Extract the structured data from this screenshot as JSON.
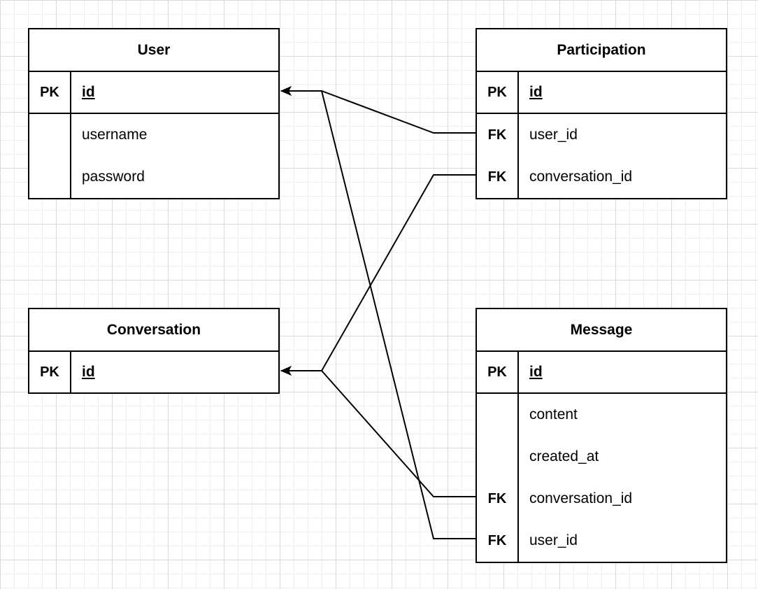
{
  "entities": {
    "user": {
      "title": "User",
      "pk": {
        "key": "PK",
        "field": "id"
      },
      "fields": [
        {
          "key": "",
          "field": "username"
        },
        {
          "key": "",
          "field": "password"
        }
      ]
    },
    "participation": {
      "title": "Participation",
      "pk": {
        "key": "PK",
        "field": "id"
      },
      "fields": [
        {
          "key": "FK",
          "field": "user_id"
        },
        {
          "key": "FK",
          "field": "conversation_id"
        }
      ]
    },
    "conversation": {
      "title": "Conversation",
      "pk": {
        "key": "PK",
        "field": "id"
      }
    },
    "message": {
      "title": "Message",
      "pk": {
        "key": "PK",
        "field": "id"
      },
      "fields": [
        {
          "key": "",
          "field": "content"
        },
        {
          "key": "",
          "field": "created_at"
        },
        {
          "key": "FK",
          "field": "conversation_id"
        },
        {
          "key": "FK",
          "field": "user_id"
        }
      ]
    }
  },
  "relationships": [
    {
      "from": "participation.user_id",
      "to": "user.id"
    },
    {
      "from": "participation.conversation_id",
      "to": "conversation.id"
    },
    {
      "from": "message.conversation_id",
      "to": "conversation.id"
    },
    {
      "from": "message.user_id",
      "to": "user.id"
    }
  ],
  "colors": {
    "line": "#000000",
    "grid_major": "#d9d9d9",
    "grid_minor": "#efefef",
    "background": "#ffffff"
  }
}
